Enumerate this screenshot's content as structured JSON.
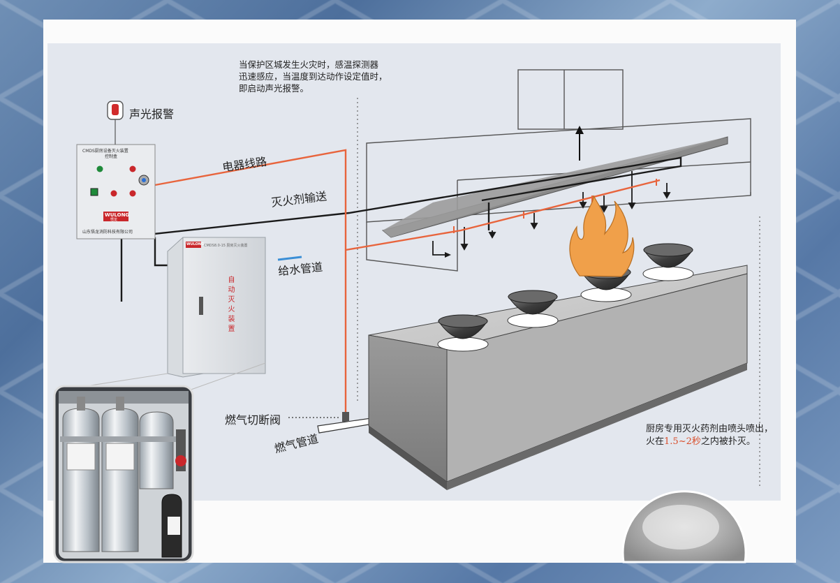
{
  "labels": {
    "alarm": "声光报警",
    "electrical": "电器线路",
    "agent_delivery": "灭火剂输送",
    "water_pipe": "给水管道",
    "gas_valve": "燃气切断阀",
    "gas_pipe": "燃气管道"
  },
  "notes": {
    "top_lines": [
      "当保护区城发生火灾时，感温探测器",
      "迅速感应，当温度到达动作设定值时，",
      "即启动声光报警。"
    ],
    "bottom_line1": "厨房专用灭火药剂由喷头喷出，",
    "bottom_line2_pre": "火在",
    "bottom_line2_highlight": "1.5~2秒",
    "bottom_line2_post": "之内被扑灭。"
  },
  "control_box": {
    "header": "CMDS厨房设备灭火装置",
    "subheader": "控制盒",
    "brand": "WULONG",
    "brand_cn": "悟龙",
    "footer": "山东悟龙消防科技有限公司"
  },
  "cabinet": {
    "brand": "WULONG",
    "model": "CMDS8.0-15 厨房灭火装置",
    "vertical_text": "自动灭火装置"
  },
  "colors": {
    "electrical_line": "#e8643c",
    "agent_line": "#1a1a1a",
    "water_line": "#3b8fd6",
    "flame": "#f0a04a",
    "highlight": "#d94d2a"
  }
}
